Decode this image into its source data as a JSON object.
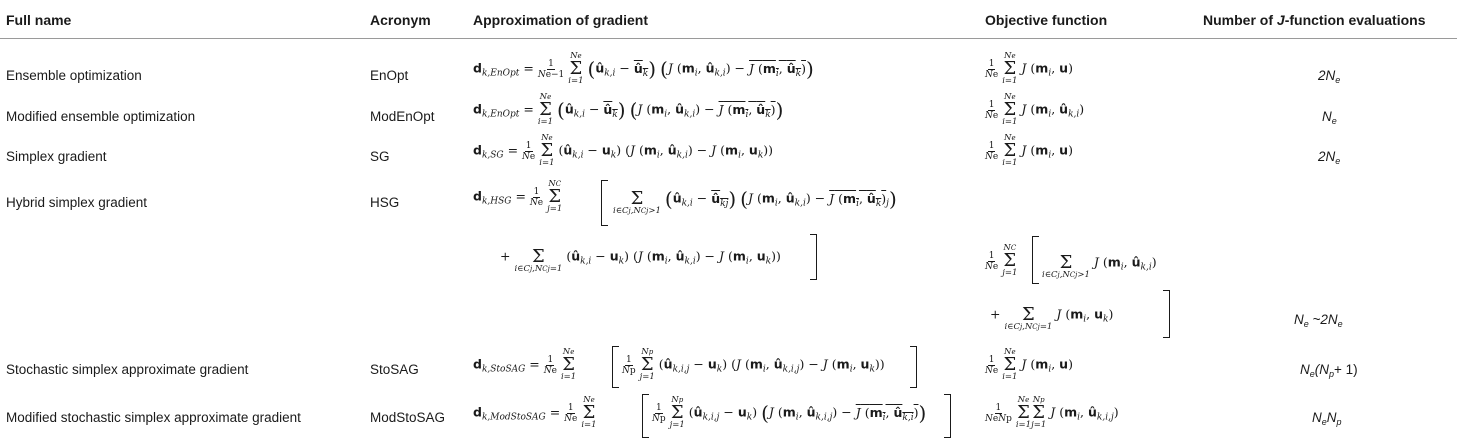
{
  "headers": {
    "full_name": "Full name",
    "acronym": "Acronym",
    "approx": "Approximation of gradient",
    "objective": "Objective function",
    "evals_prefix": "Number of ",
    "evals_J": "J",
    "evals_suffix": "-function evaluations"
  },
  "rows": [
    {
      "full_name": "Ensemble optimization",
      "acronym": "EnOpt",
      "evals": "2N",
      "evals_sub": "e"
    },
    {
      "full_name": "Modified ensemble optimization",
      "acronym": "ModEnOpt",
      "evals": "N",
      "evals_sub": "e"
    },
    {
      "full_name": "Simplex gradient",
      "acronym": "SG",
      "evals": "2N",
      "evals_sub": "e"
    },
    {
      "full_name": "Hybrid simplex gradient",
      "acronym": "HSG",
      "evals": "N",
      "evals_sub": "e",
      "evals_tail": " ~2N",
      "evals_sub2": "e"
    },
    {
      "full_name": "Stochastic simplex approximate gradient",
      "acronym": "StoSAG",
      "evals": "N",
      "evals_sub": "e",
      "evals_tail": "(N",
      "evals_sub2": "p",
      "evals_tail2": "+ 1)"
    },
    {
      "full_name": "Modified stochastic simplex approximate gradient",
      "acronym": "ModStoSAG",
      "evals": "N",
      "evals_sub": "e",
      "evals_tail": "N",
      "evals_sub2": "p"
    }
  ]
}
